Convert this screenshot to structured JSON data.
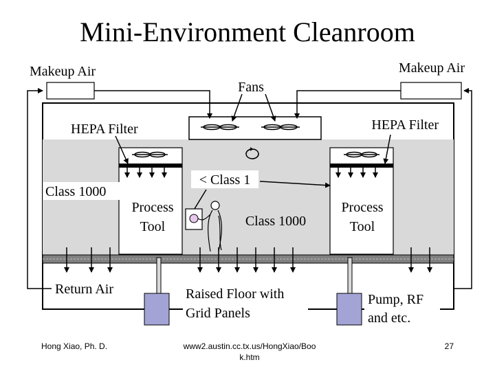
{
  "slide": {
    "title": "Mini-Environment Cleanroom",
    "footer_author": "Hong Xiao, Ph. D.",
    "footer_url_line1": "www2.austin.cc.tx.us/HongXiao/Boo",
    "footer_url_line2": "k.htm",
    "page_number": "27"
  },
  "labels": {
    "makeup_air_left": "Makeup Air",
    "makeup_air_right": "Makeup Air",
    "fans": "Fans",
    "hepa_filter_left": "HEPA Filter",
    "hepa_filter_right": "HEPA Filter",
    "class_1000_left": "Class 1000",
    "class_less_1": "< Class 1",
    "class_1000_center": "Class 1000",
    "process_tool_left_line1": "Process",
    "process_tool_left_line2": "Tool",
    "process_tool_right_line1": "Process",
    "process_tool_right_line2": "Tool",
    "return_air": "Return Air",
    "raised_floor_line1": "Raised Floor with",
    "raised_floor_line2": "Grid Panels",
    "pump_rf_line1": "Pump, RF",
    "pump_rf_line2": "and etc."
  },
  "colors": {
    "room_fill": "#d9d9d9",
    "floor_fill": "#808080",
    "pump_fill": "#a3a3d6",
    "wafer_fill": "#e6c8ea"
  }
}
